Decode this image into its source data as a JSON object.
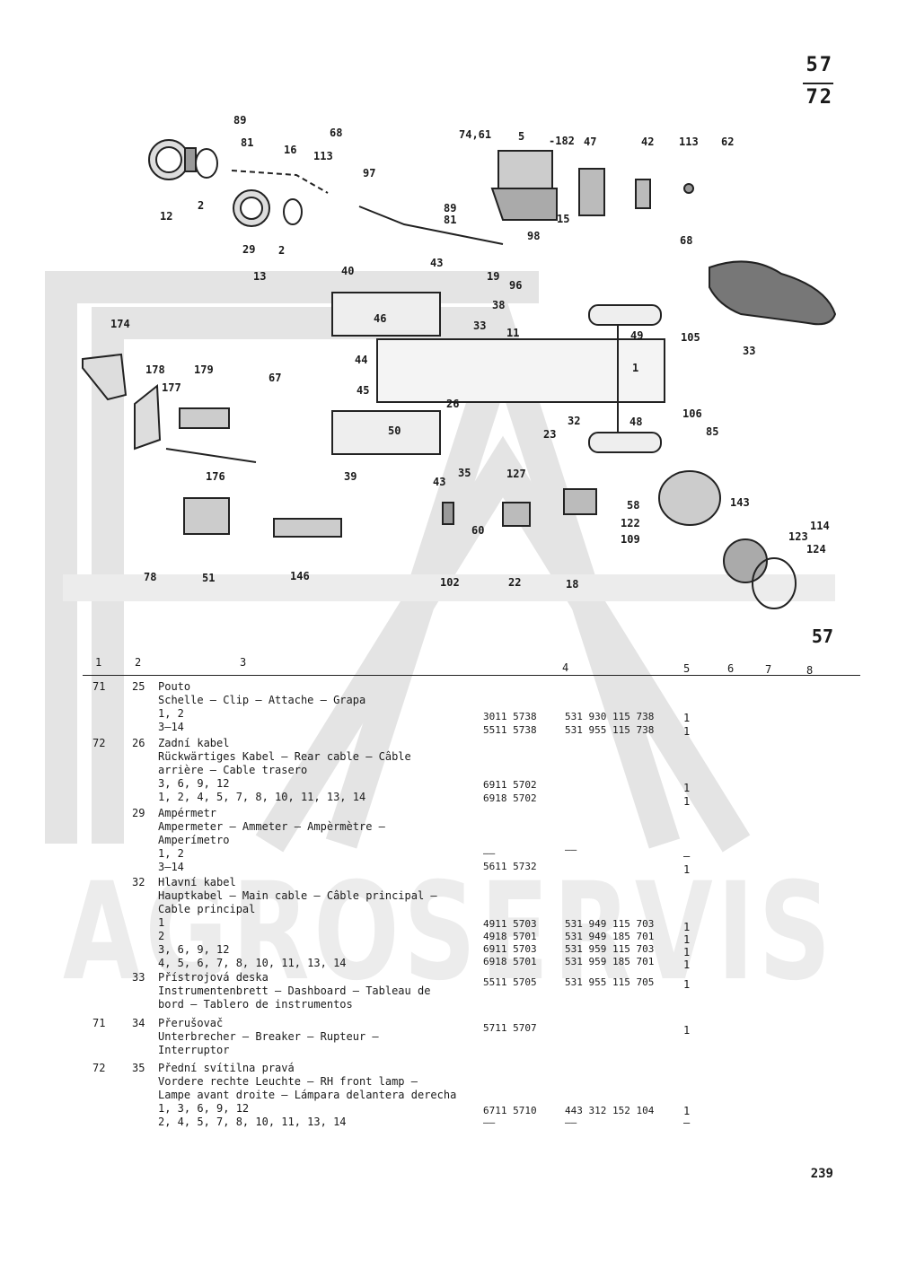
{
  "page_fraction": {
    "numerator": "57",
    "denominator": "72"
  },
  "section_number": "57",
  "footer_page": "239",
  "watermark": "AGROSERVIS",
  "callouts": [
    "89",
    "81",
    "16",
    "68",
    "113",
    "97",
    "12",
    "2",
    "29",
    "2",
    "13",
    "74,61",
    "5",
    "-182",
    "47",
    "42",
    "113",
    "62",
    "89",
    "81",
    "15",
    "98",
    "19",
    "96",
    "68",
    "40",
    "43",
    "38",
    "46",
    "33",
    "174",
    "11",
    "49",
    "105",
    "33",
    "44",
    "1",
    "178",
    "179",
    "67",
    "45",
    "26",
    "106",
    "177",
    "50",
    "32",
    "48",
    "85",
    "23",
    "39",
    "35",
    "43",
    "176",
    "127",
    "58",
    "143",
    "122",
    "114",
    "123",
    "109",
    "124",
    "60",
    "78",
    "51",
    "146",
    "102",
    "22",
    "18"
  ],
  "table": {
    "headers": [
      "1",
      "2",
      "3",
      "4",
      "5",
      "6",
      "7",
      "8"
    ],
    "rows": [
      {
        "c1": "71",
        "c2": "25",
        "desc": [
          "Pouto",
          "Schelle — Clip — Attache — Grapa",
          "1, 2",
          "3—14"
        ],
        "c4a": [
          "",
          "",
          "3011 5738",
          "5511 5738"
        ],
        "c4b": [
          "",
          "",
          "531 930 115 738",
          "531 955 115 738"
        ],
        "c5": [
          "",
          "",
          "1",
          "1"
        ]
      },
      {
        "c1": "72",
        "c2": "26",
        "desc": [
          "Zadní kabel",
          "Rückwärtiges Kabel — Rear cable — Câble",
          "arrière — Cable trasero",
          "3, 6, 9, 12",
          "1, 2, 4, 5, 7, 8, 10, 11, 13, 14"
        ],
        "c4a": [
          "",
          "",
          "",
          "6911 5702",
          "6918 5702"
        ],
        "c4b": [
          "",
          "",
          "",
          "",
          ""
        ],
        "c5": [
          "",
          "",
          "",
          "1",
          "1"
        ]
      },
      {
        "c1": "",
        "c2": "29",
        "desc": [
          "Ampérmetr",
          "Ampermeter — Ammeter — Ampèrmètre —",
          "Amperímetro",
          "1, 2",
          "3—14"
        ],
        "c4a": [
          "",
          "",
          "",
          "——",
          "5611 5732"
        ],
        "c4b": [
          "",
          "",
          "",
          "——",
          ""
        ],
        "c5": [
          "",
          "",
          "",
          "—",
          "1"
        ]
      },
      {
        "c1": "",
        "c2": "32",
        "desc": [
          "Hlavní kabel",
          "Hauptkabel — Main cable — Câble principal —",
          "Cable principal",
          "1",
          "2",
          "3, 6, 9, 12",
          "4, 5, 6, 7, 8, 10, 11, 13, 14"
        ],
        "c4a": [
          "",
          "",
          "",
          "4911 5703",
          "4918 5701",
          "6911 5703",
          "6918 5701"
        ],
        "c4b": [
          "",
          "",
          "",
          "531 949 115 703",
          "531 949 185 701",
          "531 959 115 703",
          "531 959 185 701"
        ],
        "c5": [
          "",
          "",
          "",
          "1",
          "1",
          "1",
          "1"
        ]
      },
      {
        "c1": "",
        "c2": "33",
        "desc": [
          "Přístrojová deska",
          "Instrumentenbrett — Dashboard — Tableau de",
          "bord — Tablero de instrumentos"
        ],
        "c4a": [
          "5511 5705"
        ],
        "c4b": [
          "531 955 115 705"
        ],
        "c5": [
          "1"
        ]
      },
      {
        "c1": "71",
        "c2": "34",
        "desc": [
          "Přerušovač",
          "Unterbrecher — Breaker — Rupteur —",
          "Interruptor"
        ],
        "c4a": [
          "5711 5707"
        ],
        "c4b": [
          ""
        ],
        "c5": [
          "1"
        ]
      },
      {
        "c1": "72",
        "c2": "35",
        "desc": [
          "Přední svítilna pravá",
          "Vordere rechte Leuchte — RH front lamp —",
          "Lampe avant droite — Lámpara delantera derecha",
          "1, 3, 6, 9, 12",
          "2, 4, 5, 7, 8, 10, 11, 13, 14"
        ],
        "c4a": [
          "",
          "",
          "",
          "6711 5710",
          "——"
        ],
        "c4b": [
          "",
          "",
          "",
          "443 312 152 104",
          "——"
        ],
        "c5": [
          "",
          "",
          "",
          "1",
          "—"
        ]
      }
    ]
  }
}
